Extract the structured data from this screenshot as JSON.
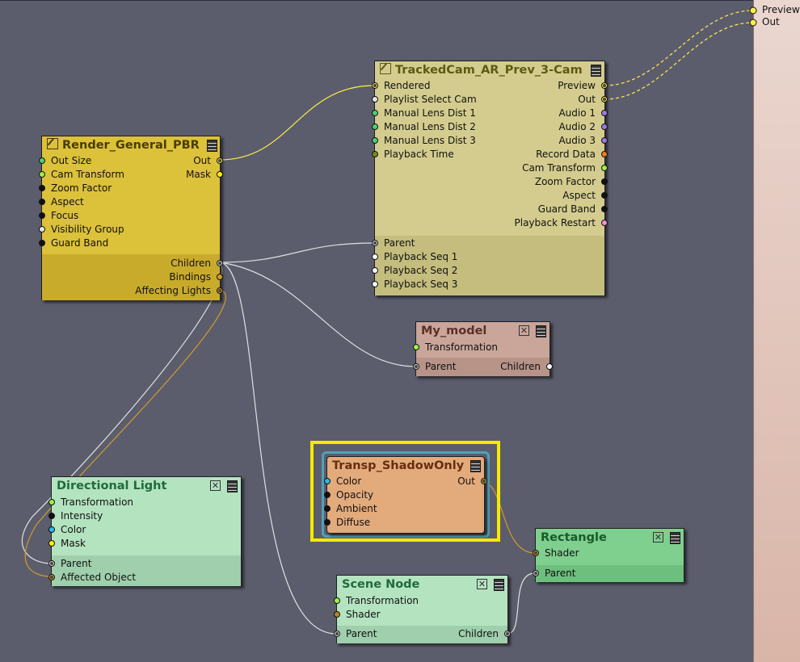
{
  "colors": {
    "canvas": "#5b5d6d",
    "render_node": "#dcc13a",
    "camera_node": "#d4cc8e",
    "model_node": "#c9a59a",
    "material_node": "#e3aa7c",
    "scene_node": "#b4e3c0",
    "wire_yellow": "#ffee44",
    "wire_white": "#e0e0e0",
    "wire_orange": "#d39a2a"
  },
  "nodes": {
    "render": {
      "title": "Render_General_PBR",
      "inputs": [
        "Out Size",
        "Cam Transform",
        "Zoom Factor",
        "Aspect",
        "Focus",
        "Visibility Group",
        "Guard Band"
      ],
      "outputs": [
        "Out",
        "Mask"
      ],
      "children_outputs": [
        "Children",
        "Bindings",
        "Affecting Lights"
      ]
    },
    "camera": {
      "title": "TrackedCam_AR_Prev_3-Cam",
      "inputs": [
        "Rendered",
        "Playlist Select Cam",
        "Manual Lens Dist 1",
        "Manual Lens Dist 2",
        "Manual Lens Dist 3",
        "Playback Time"
      ],
      "outputs": [
        "Preview",
        "Out",
        "Audio 1",
        "Audio 2",
        "Audio 3",
        "Record Data",
        "Cam Transform",
        "Zoom Factor",
        "Aspect",
        "Guard Band",
        "Playback Restart"
      ],
      "lower_inputs": [
        "Parent",
        "Playback Seq 1",
        "Playback Seq 2",
        "Playback Seq 3"
      ]
    },
    "model": {
      "title": "My_model",
      "inputs": [
        "Transformation"
      ],
      "parent": "Parent",
      "children": "Children"
    },
    "material": {
      "title": "Transp_ShadowOnly",
      "inputs": [
        "Color",
        "Opacity",
        "Ambient",
        "Diffuse"
      ],
      "output": "Out"
    },
    "light": {
      "title": "Directional Light",
      "inputs": [
        "Transformation",
        "Intensity",
        "Color",
        "Mask"
      ],
      "lower_inputs": [
        "Parent",
        "Affected Object"
      ]
    },
    "rectangle": {
      "title": "Rectangle",
      "inputs": [
        "Shader"
      ],
      "lower_inputs": [
        "Parent"
      ]
    },
    "scene": {
      "title": "Scene Node",
      "inputs": [
        "Transformation",
        "Shader"
      ],
      "parent": "Parent",
      "children": "Children"
    }
  },
  "output_panel": {
    "ports": [
      "Preview",
      "Out"
    ]
  }
}
